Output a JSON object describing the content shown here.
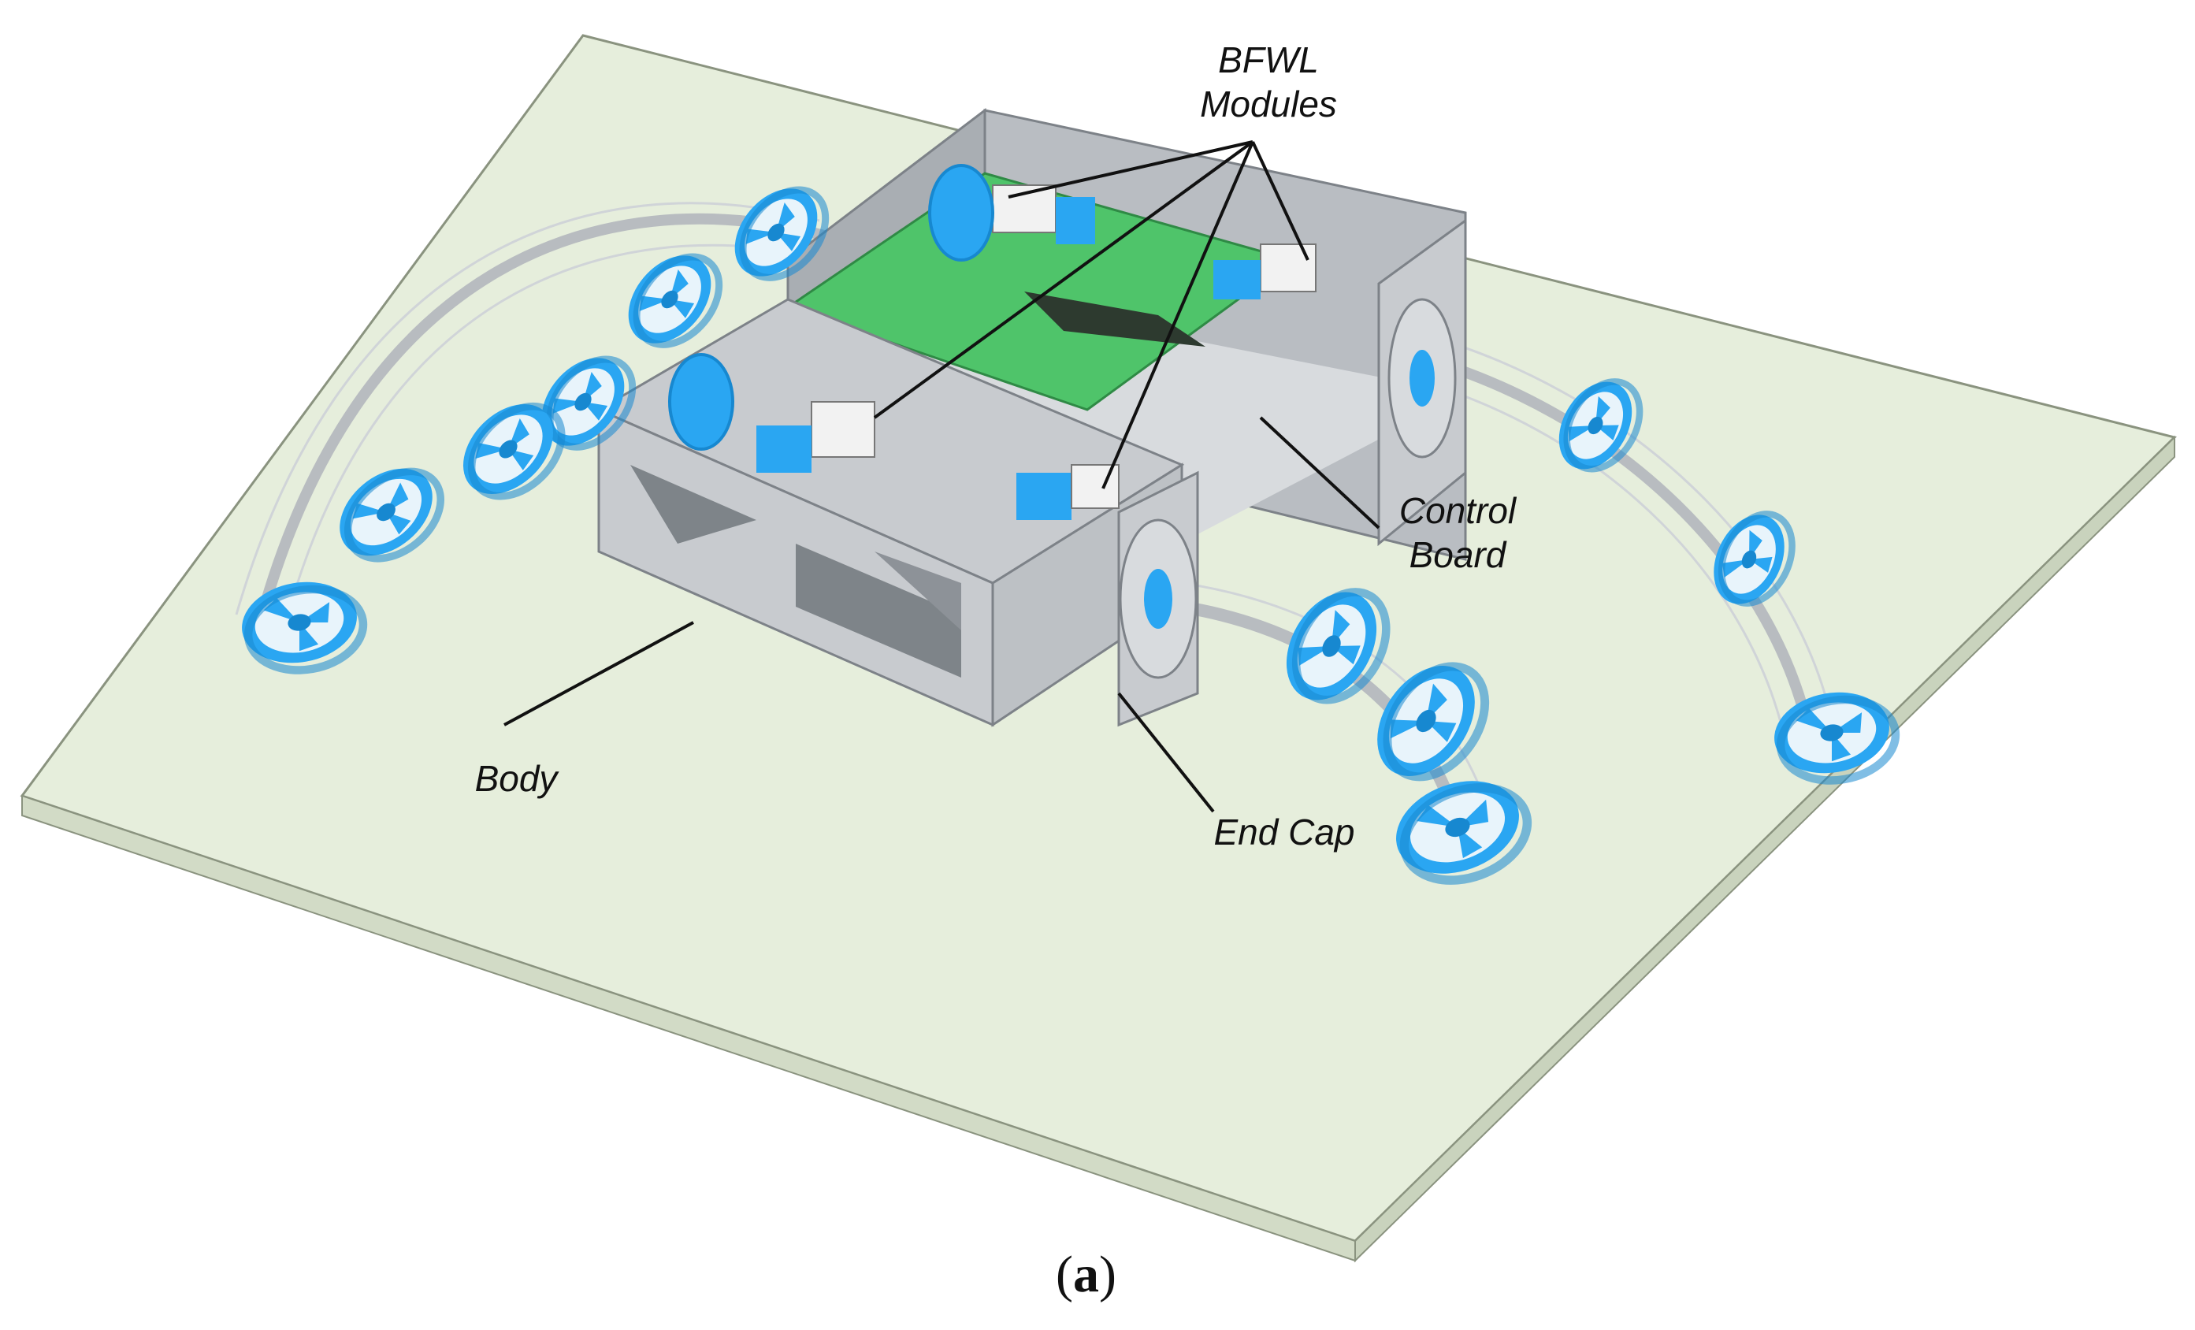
{
  "labels": {
    "bfwl_line1": "BFWL",
    "bfwl_line2": "Modules",
    "control_line1": "Control",
    "control_line2": "Board",
    "body": "Body",
    "end_cap": "End Cap"
  },
  "caption": {
    "open": "(",
    "letter": "a",
    "close": ")"
  },
  "colors": {
    "ground_plate": "#e6eedc",
    "ground_edge": "#c9d3bd",
    "frame_metal": "#c8cbcf",
    "frame_dark": "#9ea3a8",
    "wheel_blue": "#2aa6f2",
    "wheel_blue_dark": "#1788d0",
    "pcb_green": "#4fc46a",
    "leader_line": "#111111"
  }
}
